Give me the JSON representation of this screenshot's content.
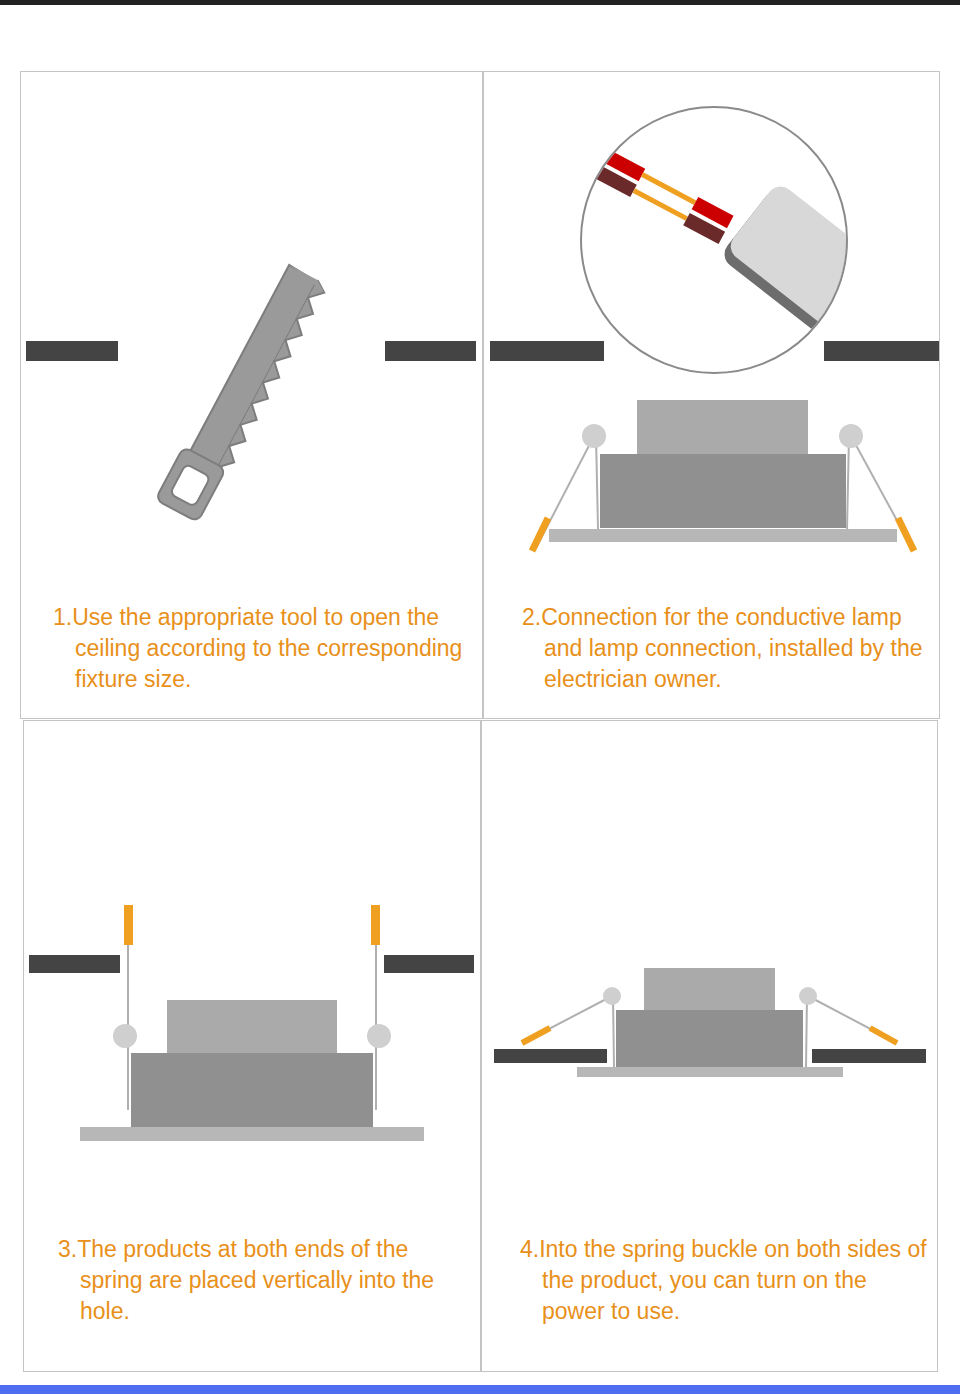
{
  "diagram": {
    "nodes": [
      {
        "text": [
          "1.Use the appropriate tool to open the ceiling according to the corresponding fixture size."
        ]
      },
      {
        "text": [
          "2.Connection for the conductive lamp and lamp connection, installed by the electrician owner."
        ]
      },
      {
        "text": [
          "3.The products at both ends of the spring are placed vertically into the hole."
        ]
      },
      {
        "text": [
          "4.Into the spring buckle on both sides of the product, you can turn on the power to use."
        ]
      }
    ]
  }
}
